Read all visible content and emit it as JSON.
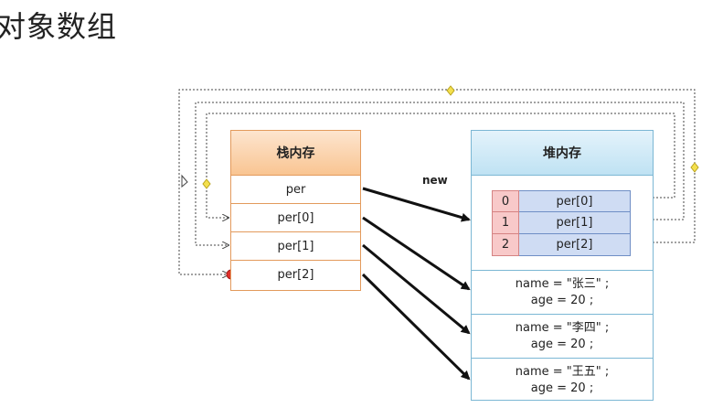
{
  "page_title": "对象数组",
  "stack": {
    "title": "栈内存",
    "rows": [
      "per",
      "per[0]",
      "per[1]",
      "per[2]"
    ]
  },
  "heap": {
    "title": "堆内存",
    "array": [
      {
        "index": "0",
        "value": "per[0]"
      },
      {
        "index": "1",
        "value": "per[1]"
      },
      {
        "index": "2",
        "value": "per[2]"
      }
    ],
    "objects": [
      {
        "name_line": "name = \"张三\" ;",
        "age_line": "age = 20 ;"
      },
      {
        "name_line": "name = \"李四\" ;",
        "age_line": "age = 20 ;"
      },
      {
        "name_line": "name = \"王五\" ;",
        "age_line": "age = 20 ;"
      }
    ]
  },
  "new_label": "new",
  "colors": {
    "stack_border": "#e39a5c",
    "heap_border": "#7bb7d4",
    "index_fill": "#f8c9c9",
    "value_fill": "#cfdcf3",
    "arrow": "#111111",
    "dotted_line": "#444444",
    "diamond": "#f4e04d",
    "red_dot": "#e0302a"
  }
}
